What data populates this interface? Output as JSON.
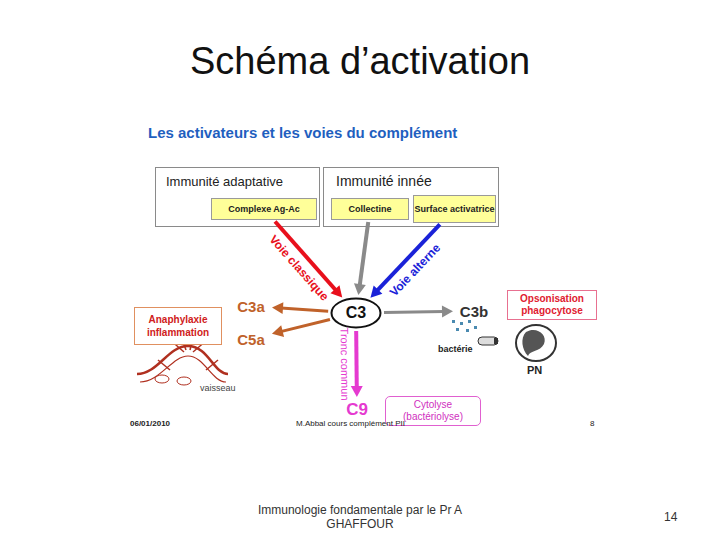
{
  "diagram": {
    "title": "Schéma d’activation",
    "nodes": [
      {
        "text": [
          "Immunité adaptative"
        ]
      },
      {
        "text": [
          "Complexe Ag-Ac"
        ],
        "in": 0
      },
      {
        "text": [
          "Immunité innée"
        ]
      },
      {
        "text": [
          "Collectine"
        ],
        "in": 2
      },
      {
        "text": [
          "Surface activatrice"
        ],
        "in": 2
      },
      {
        "text": [
          "C3a"
        ]
      },
      {
        "text": [
          "C3"
        ]
      },
      {
        "text": [
          "C3b"
        ]
      },
      {
        "text": [
          "Opsonisation phagocytose"
        ]
      },
      {
        "text": [
          "Anaphylaxie inflammation"
        ]
      },
      {
        "text": [
          "C5a"
        ]
      },
      {
        "text": [
          "C9"
        ]
      },
      {
        "text": [
          "Cytolyse (bactériolyse)"
        ]
      }
    ],
    "edges": [
      {
        "from": 1,
        "to": 6,
        "label": "Voie classique",
        "arrow": "to"
      },
      {
        "from": 3,
        "to": 6,
        "arrow": "to"
      },
      {
        "from": 4,
        "to": 6,
        "label": "Voie alterne",
        "arrow": "to"
      },
      {
        "from": 6,
        "to": 5,
        "arrow": "to"
      },
      {
        "from": 6,
        "to": 7,
        "arrow": "to"
      },
      {
        "from": 6,
        "to": 10,
        "arrow": "to"
      },
      {
        "from": 6,
        "to": 11,
        "label": "Tronc commun",
        "arrow": "to"
      }
    ],
    "labels": [
      "Les activateurs et les voies du complément",
      "vaisseau",
      "bactérie",
      "PN",
      "06/01/2010",
      "M.Abbal cours complément PII",
      "8",
      "Immunologie fondamentale par le Pr A GHAFFOUR",
      "14"
    ]
  }
}
